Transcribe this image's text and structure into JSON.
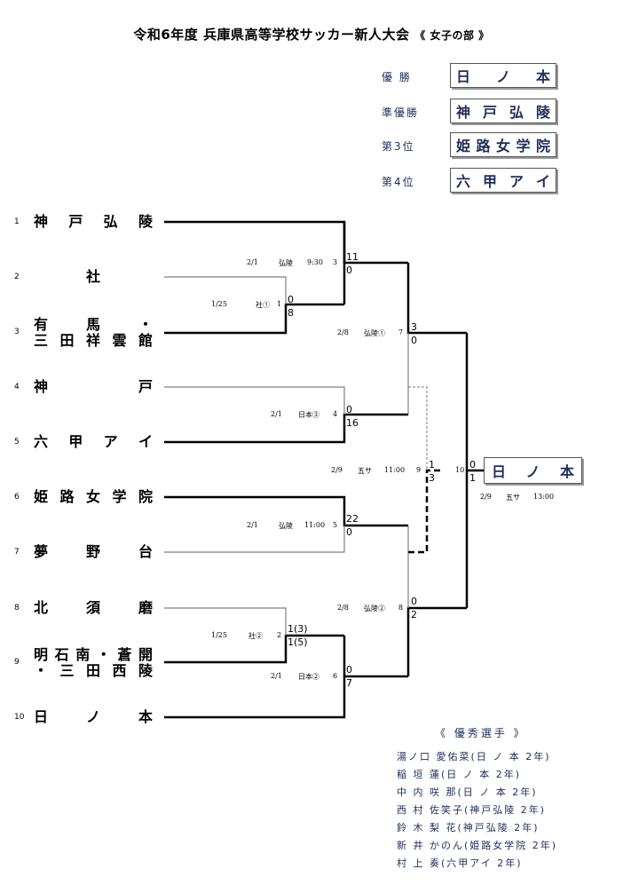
{
  "title": "令和6年度 兵庫県高等学校サッカー新人大会",
  "subtitle": "《 女子の部 》",
  "results": [
    {
      "label": "優 勝",
      "chars": [
        "日",
        "ノ",
        "本"
      ]
    },
    {
      "label": "準優勝",
      "chars": [
        "神",
        "戸",
        "弘",
        "陵"
      ]
    },
    {
      "label": "第3位",
      "chars": [
        "姫",
        "路",
        "女",
        "学",
        "院"
      ]
    },
    {
      "label": "第4位",
      "chars": [
        "六",
        "甲",
        "ア",
        "イ"
      ]
    }
  ],
  "teams": [
    {
      "seed": "1",
      "lines": [
        [
          "神",
          "戸",
          "弘",
          "陵"
        ]
      ]
    },
    {
      "seed": "2",
      "lines": [
        [
          "社"
        ]
      ]
    },
    {
      "seed": "3",
      "lines": [
        [
          "有",
          "馬",
          "・"
        ],
        [
          "三",
          "田",
          "祥",
          "雲",
          "館"
        ]
      ]
    },
    {
      "seed": "4",
      "lines": [
        [
          "神",
          "戸"
        ]
      ]
    },
    {
      "seed": "5",
      "lines": [
        [
          "六",
          "甲",
          "ア",
          "イ"
        ]
      ]
    },
    {
      "seed": "6",
      "lines": [
        [
          "姫",
          "路",
          "女",
          "学",
          "院"
        ]
      ]
    },
    {
      "seed": "7",
      "lines": [
        [
          "夢",
          "野",
          "台"
        ]
      ]
    },
    {
      "seed": "8",
      "lines": [
        [
          "北",
          "須",
          "磨"
        ]
      ]
    },
    {
      "seed": "9",
      "lines": [
        [
          "明",
          "石",
          "南",
          "・",
          "蒼",
          "開"
        ],
        [
          "・",
          "三",
          "田",
          "西",
          "陵"
        ]
      ]
    },
    {
      "seed": "10",
      "lines": [
        [
          "日",
          "ノ",
          "本"
        ]
      ]
    }
  ],
  "matches": [
    {
      "date": "1/25",
      "venue": "社①",
      "time": "",
      "no": "1",
      "top": "0",
      "bottom": "8"
    },
    {
      "date": "1/25",
      "venue": "社②",
      "time": "",
      "no": "2",
      "top": "1(3)",
      "bottom": "1(5)"
    },
    {
      "date": "2/1",
      "venue": "弘陵",
      "time": "9:30",
      "no": "3",
      "top": "11",
      "bottom": "0"
    },
    {
      "date": "2/1",
      "venue": "日本③",
      "time": "",
      "no": "4",
      "top": "0",
      "bottom": "16"
    },
    {
      "date": "2/1",
      "venue": "弘陵",
      "time": "11:00",
      "no": "5",
      "top": "22",
      "bottom": "0"
    },
    {
      "date": "2/1",
      "venue": "日本②",
      "time": "",
      "no": "6",
      "top": "0",
      "bottom": "7"
    },
    {
      "date": "2/8",
      "venue": "弘陵①",
      "time": "",
      "no": "7",
      "top": "3",
      "bottom": "0"
    },
    {
      "date": "2/8",
      "venue": "弘陵②",
      "time": "",
      "no": "8",
      "top": "0",
      "bottom": "2"
    },
    {
      "date": "2/9",
      "venue": "五サ",
      "time": "11:00",
      "no": "9",
      "top": "1",
      "bottom": "3"
    },
    {
      "date": "2/9",
      "venue": "五サ",
      "time": "13:00",
      "no": "10",
      "top": "0",
      "bottom": "1"
    }
  ],
  "champion": [
    "日",
    "ノ",
    "本"
  ],
  "awards_title": "《 優秀選手 》",
  "awards": [
    "湯ノ口 愛佑菜(日 ノ 本 2年)",
    "稲 垣 蓮(日 ノ 本 2年)",
    "中 内 咲 那(日 ノ 本 2年)",
    "西 村 佐笑子(神戸弘陵 2年)",
    "鈴 木 梨 花(神戸弘陵 2年)",
    "新 井 かのん(姫路女学院 2年)",
    "村 上 奏(六甲アイ 2年)"
  ],
  "colors": {
    "navy": "#1c2e5a",
    "winner_line": "#000000",
    "loser_line": "#808080"
  }
}
